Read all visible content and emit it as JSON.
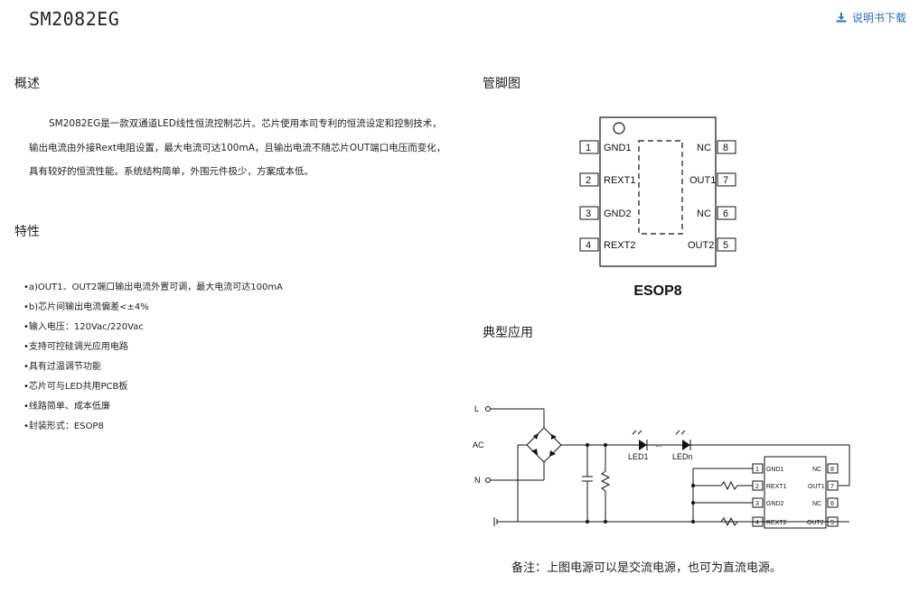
{
  "header": {
    "title": "SM2082EG",
    "download_label": "说明书下载",
    "download_icon": "download-icon"
  },
  "overview": {
    "heading": "概述",
    "text": "SM2082EG是一款双通道LED线性恒流控制芯片。芯片使用本司专利的恒流设定和控制技术，输出电流由外接Rext电阻设置，最大电流可达100mA，且输出电流不随芯片OUT端口电压而变化，具有较好的恒流性能。系统结构简单，外围元件极少，方案成本低。"
  },
  "features": {
    "heading": "特性",
    "items": [
      "•a)OUT1、OUT2端口输出电流外置可调，最大电流可达100mA",
      "•b)芯片间输出电流偏差<±4%",
      "•输入电压：120Vac/220Vac",
      "•支持可控硅调光应用电路",
      "•具有过温调节功能",
      "•芯片可与LED共用PCB板",
      "•线路简单、成本低廉",
      "•封装形式：ESOP8"
    ]
  },
  "pinout": {
    "heading": "管脚图",
    "package": "ESOP8",
    "left_pins": [
      {
        "num": "1",
        "name": "GND1"
      },
      {
        "num": "2",
        "name": "REXT1"
      },
      {
        "num": "3",
        "name": "GND2"
      },
      {
        "num": "4",
        "name": "REXT2"
      }
    ],
    "right_pins": [
      {
        "num": "8",
        "name": "NC"
      },
      {
        "num": "7",
        "name": "OUT1"
      },
      {
        "num": "6",
        "name": "NC"
      },
      {
        "num": "5",
        "name": "OUT2"
      }
    ]
  },
  "application": {
    "heading": "典型应用",
    "labels": {
      "l": "L",
      "ac": "AC",
      "n": "N",
      "led1": "LED1",
      "dots": "...",
      "ledn": "LEDn"
    },
    "chip_left": [
      {
        "num": "1",
        "name": "GND1"
      },
      {
        "num": "2",
        "name": "REXT1"
      },
      {
        "num": "3",
        "name": "GND2"
      },
      {
        "num": "4",
        "name": "REXT2"
      }
    ],
    "chip_right": [
      {
        "num": "8",
        "name": "NC"
      },
      {
        "num": "7",
        "name": "OUT1"
      },
      {
        "num": "6",
        "name": "NC"
      },
      {
        "num": "5",
        "name": "OUT2"
      }
    ],
    "note": "备注：上图电源可以是交流电源，也可为直流电源。"
  }
}
